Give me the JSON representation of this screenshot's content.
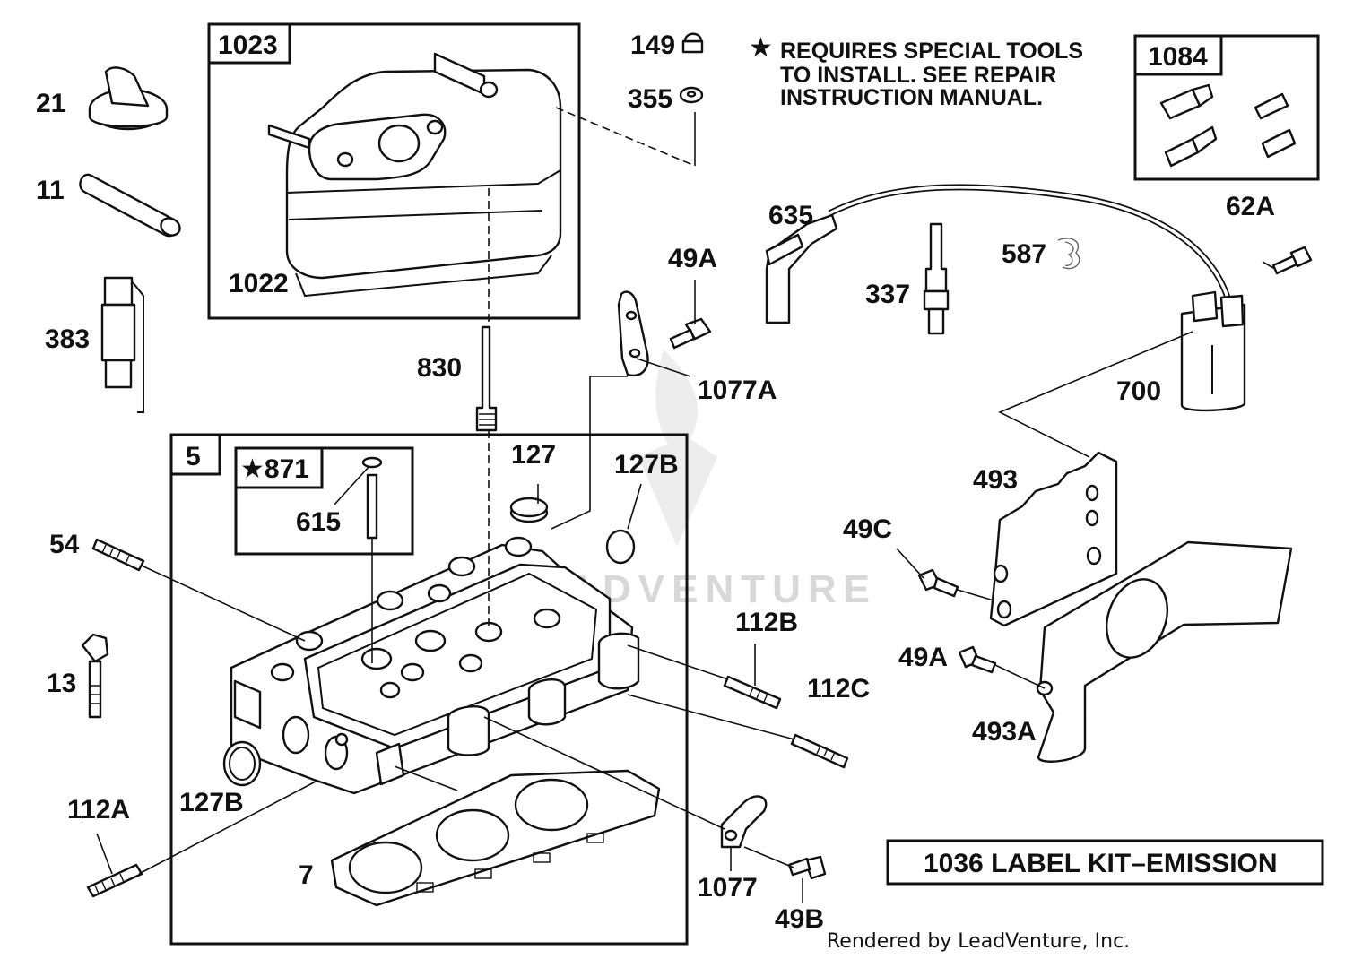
{
  "note": {
    "star": "★",
    "lines": [
      "REQUIRES SPECIAL TOOLS",
      "TO INSTALL.  SEE REPAIR",
      "INSTRUCTION MANUAL."
    ]
  },
  "kit_label": "1036 LABEL KIT–EMISSION",
  "credit": "Rendered by LeadVenture, Inc.",
  "watermark": "LEADVENTURE",
  "boxes": {
    "b1023": "1023",
    "b1084": "1084",
    "b5": "5",
    "b871": "★871"
  },
  "parts": {
    "p21": "21",
    "p11": "11",
    "p383": "383",
    "p1022": "1022",
    "p149": "149",
    "p355": "355",
    "p830": "830",
    "p635": "635",
    "p49A_top": "49A",
    "p337": "337",
    "p587": "587",
    "p62A": "62A",
    "p1077A": "1077A",
    "p700": "700",
    "p127": "127",
    "p127B_top": "127B",
    "p615": "615",
    "p54": "54",
    "p13": "13",
    "p493": "493",
    "p49C": "49C",
    "p112B": "112B",
    "p49A_bottom": "49A",
    "p112C": "112C",
    "p493A": "493A",
    "p127B_bottom": "127B",
    "p112A": "112A",
    "p7": "7",
    "p1077": "1077",
    "p49B": "49B"
  }
}
